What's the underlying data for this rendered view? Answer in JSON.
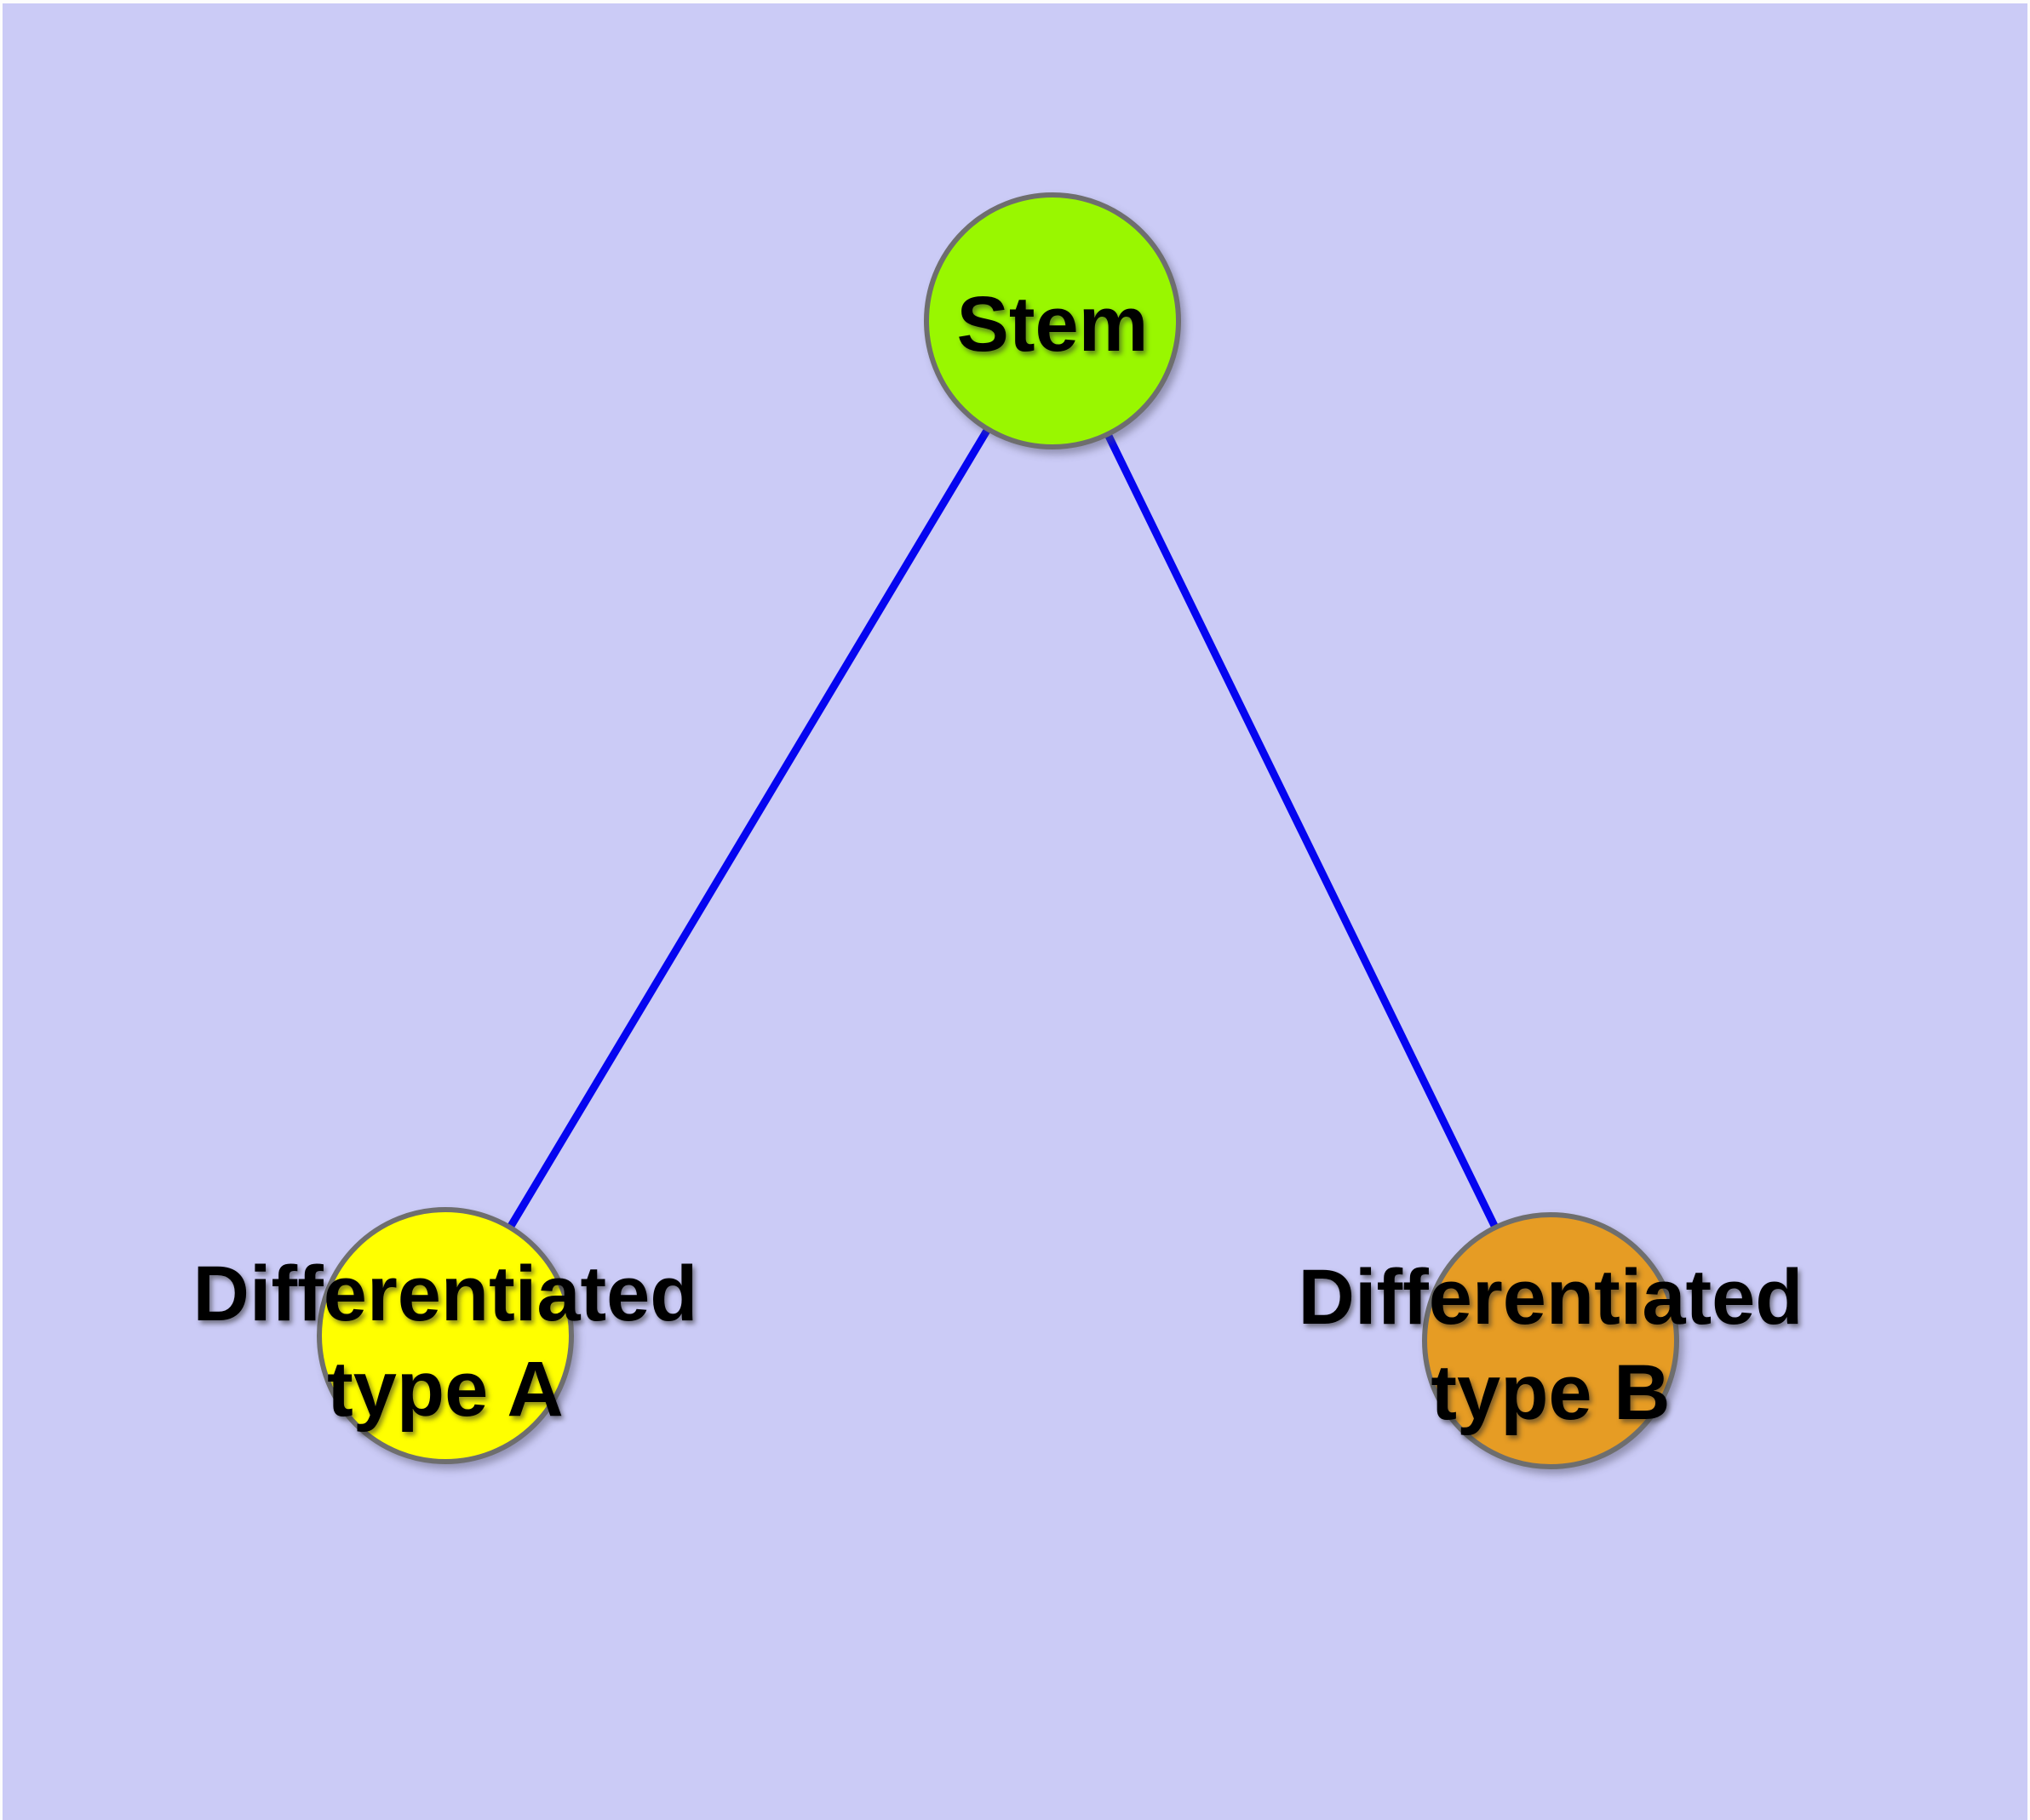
{
  "diagram": {
    "colors": {
      "background": "#CBCBF6",
      "edge": "#0505F0",
      "node_border": "#6E6E6E",
      "label_text": "#000000"
    },
    "nodes": [
      {
        "id": "stem",
        "label": "Stem",
        "label_lines": [
          "Stem"
        ],
        "fill": "#99F700"
      },
      {
        "id": "type-a",
        "label": "Differentiated type A",
        "label_lines": [
          "Differentiated",
          "type A"
        ],
        "fill": "#FFFF00"
      },
      {
        "id": "type-b",
        "label": "Differentiated type B",
        "label_lines": [
          "Differentiated",
          "type B"
        ],
        "fill": "#E69C24"
      }
    ],
    "edges": [
      {
        "from": "stem",
        "to": "type-a"
      },
      {
        "from": "stem",
        "to": "type-b"
      }
    ]
  }
}
